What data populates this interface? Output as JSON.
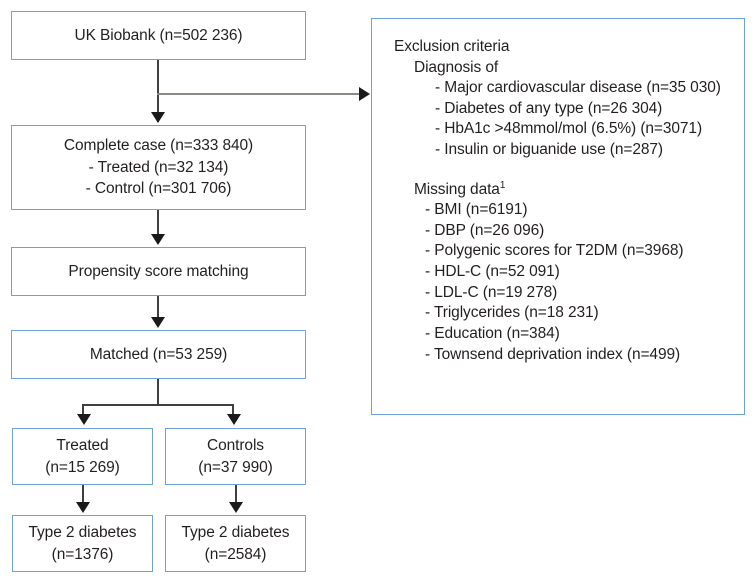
{
  "figure": {
    "type": "flow-diagram",
    "title": "UK Biobank propensity score matched cohort selection flow"
  },
  "nodes": {
    "uk_biobank": {
      "lines": [
        "UK Biobank (n=502 236)"
      ]
    },
    "complete_case": {
      "lines": [
        "Complete case (n=333 840)",
        "- Treated (n=32 134)",
        "- Control (n=301 706)"
      ]
    },
    "propensity_score_matching": {
      "lines": [
        "Propensity score matching"
      ]
    },
    "matched": {
      "lines": [
        "Matched (n=53 259)"
      ]
    },
    "treated": {
      "lines": [
        "Treated",
        "(n=15 269)"
      ]
    },
    "controls": {
      "lines": [
        "Controls",
        "(n=37 990)"
      ]
    },
    "type2_diabetes_treated": {
      "lines": [
        "Type 2 diabetes",
        "(n=1376)"
      ]
    },
    "type2_diabetes_controls": {
      "lines": [
        "Type 2 diabetes",
        "(n=2584)"
      ]
    }
  },
  "exclusion_panel": {
    "heading": "Exclusion criteria",
    "diagnosis_heading": "Diagnosis of",
    "diagnosis_items": [
      "- Major cardiovascular disease (n=35 030)",
      "- Diabetes of any type (n=26 304)",
      "- HbA1c >48mmol/mol (6.5%) (n=3071)",
      "- Insulin or biguanide use (n=287)"
    ],
    "missing_heading": "Missing data",
    "missing_heading_superscript": "1",
    "missing_items": [
      "- BMI (n=6191)",
      "- DBP (n=26 096)",
      "- Polygenic scores for T2DM (n=3968)",
      "- HDL-C (n=52 091)",
      "- LDL-C (n=19 278)",
      "- Triglycerides (n=18 231)",
      "- Education (n=384)",
      "- Townsend deprivation index (n=499)"
    ]
  },
  "colors": {
    "box_border": "#6ba3d6",
    "text": "#231f20",
    "connector": "#3f3f3f",
    "connector_light": "#8d8a86",
    "background": "#ffffff"
  }
}
